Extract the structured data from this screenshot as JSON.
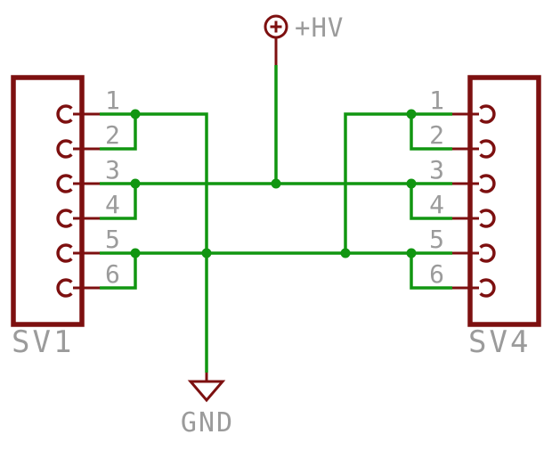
{
  "colors": {
    "background": "#ffffff",
    "symbol": "#7d1010",
    "wire": "#119611",
    "label": "#9b9b9b"
  },
  "connectors": {
    "left": {
      "name": "SV1",
      "pins": [
        "1",
        "2",
        "3",
        "4",
        "5",
        "6"
      ]
    },
    "right": {
      "name": "SV4",
      "pins": [
        "1",
        "2",
        "3",
        "4",
        "5",
        "6"
      ]
    }
  },
  "symbols": {
    "hv": {
      "label": "+HV"
    },
    "gnd": {
      "label": "GND"
    }
  },
  "nets": [
    {
      "name": "+HV",
      "connects": [
        "SV1.3",
        "SV1.4",
        "SV4.3",
        "SV4.4"
      ]
    },
    {
      "name": "GND",
      "connects": [
        "SV1.1",
        "SV1.2",
        "SV1.5",
        "SV1.6",
        "SV4.1",
        "SV4.2",
        "SV4.5",
        "SV4.6"
      ]
    }
  ]
}
